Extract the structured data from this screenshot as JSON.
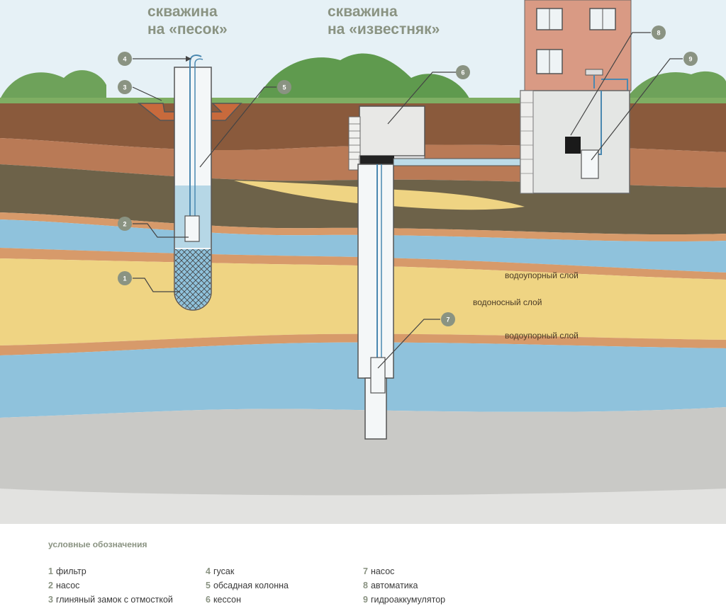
{
  "titles": {
    "sand_well": [
      "скважина",
      "на «песок»"
    ],
    "limestone_well": [
      "скважина",
      "на «известняк»"
    ]
  },
  "layer_labels": {
    "aquitard_top": "водоупорный слой",
    "aquifer": "водоносный слой",
    "aquitard_bottom": "водоупорный слой"
  },
  "callouts": [
    "1",
    "2",
    "3",
    "4",
    "5",
    "6",
    "7",
    "8",
    "9"
  ],
  "legend": {
    "title": "условные обозначения",
    "items": [
      {
        "num": "1",
        "label": "фильтр"
      },
      {
        "num": "2",
        "label": "насос"
      },
      {
        "num": "3",
        "label": "глиняный замок с отмосткой"
      },
      {
        "num": "4",
        "label": "гусак"
      },
      {
        "num": "5",
        "label": "обсадная колонна"
      },
      {
        "num": "6",
        "label": "кессон"
      },
      {
        "num": "7",
        "label": "насос"
      },
      {
        "num": "8",
        "label": "автоматика"
      },
      {
        "num": "9",
        "label": "гидроаккумулятор"
      }
    ]
  },
  "colors": {
    "sky": "#e6f1f6",
    "grass": "#5f9a4e",
    "topsoil": "#8a5a3c",
    "clay": "#b97a56",
    "dark_soil": "#6d6249",
    "water": "#8fc2dc",
    "sand": "#efd483",
    "orange_band": "#d79a6a",
    "rock": "#c9c9c6",
    "callout": "#8a9382",
    "brick": "#d99a84"
  }
}
